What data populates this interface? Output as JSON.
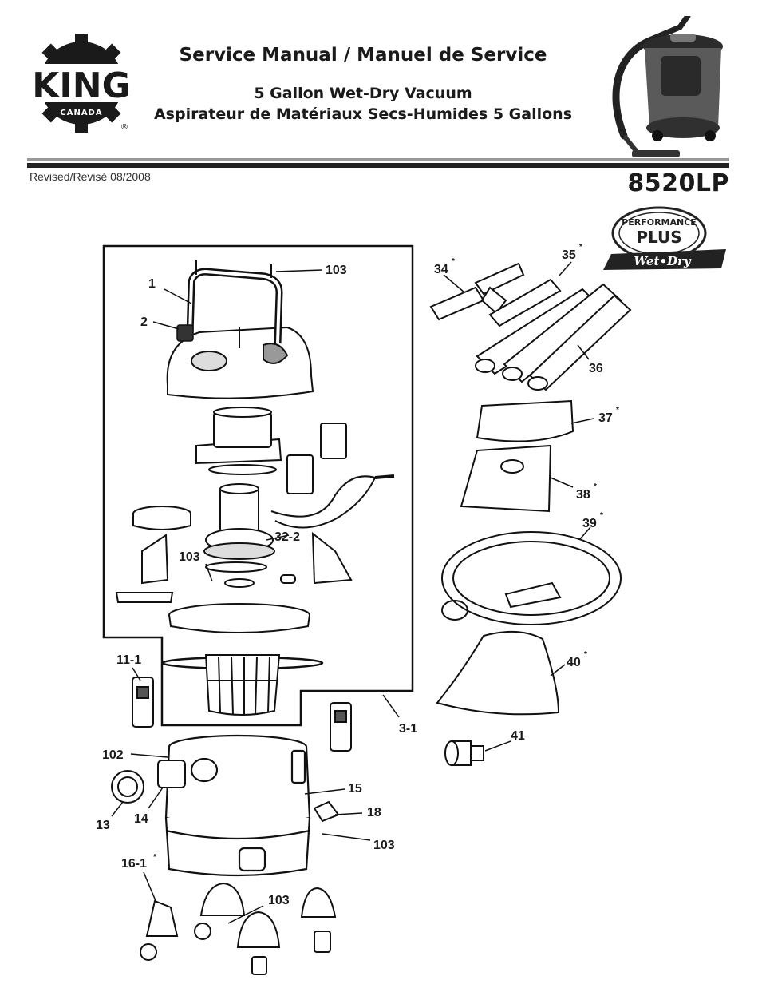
{
  "header": {
    "brand": "KING",
    "brand_sub": "CANADA",
    "brand_mark": "®",
    "title": "Service Manual / Manuel de Service",
    "subtitle_en": "5 Gallon Wet-Dry Vacuum",
    "subtitle_fr": "Aspirateur de Matériaux Secs-Humides 5 Gallons",
    "revised": "Revised/Revisé 08/2008",
    "model": "8520LP"
  },
  "badge": {
    "line1": "PERFORMANCE",
    "line2": "PLUS",
    "line3": "Wet•Dry"
  },
  "parts": [
    {
      "id": "1",
      "label": "1"
    },
    {
      "id": "2",
      "label": "2"
    },
    {
      "id": "103a",
      "label": "103"
    },
    {
      "id": "32-2",
      "label": "32-2"
    },
    {
      "id": "103b",
      "label": "103"
    },
    {
      "id": "11-1",
      "label": "11-1"
    },
    {
      "id": "3-1",
      "label": "3-1"
    },
    {
      "id": "102",
      "label": "102"
    },
    {
      "id": "15",
      "label": "15"
    },
    {
      "id": "13",
      "label": "13"
    },
    {
      "id": "14",
      "label": "14"
    },
    {
      "id": "18",
      "label": "18"
    },
    {
      "id": "103c",
      "label": "103"
    },
    {
      "id": "16-1",
      "label": "16-1",
      "star": "*"
    },
    {
      "id": "103d",
      "label": "103"
    },
    {
      "id": "34",
      "label": "34",
      "star": "*"
    },
    {
      "id": "35",
      "label": "35",
      "star": "*"
    },
    {
      "id": "36",
      "label": "36"
    },
    {
      "id": "37",
      "label": "37",
      "star": "*"
    },
    {
      "id": "38",
      "label": "38",
      "star": "*"
    },
    {
      "id": "39",
      "label": "39",
      "star": "*"
    },
    {
      "id": "40",
      "label": "40",
      "star": "*"
    },
    {
      "id": "41",
      "label": "41"
    }
  ]
}
